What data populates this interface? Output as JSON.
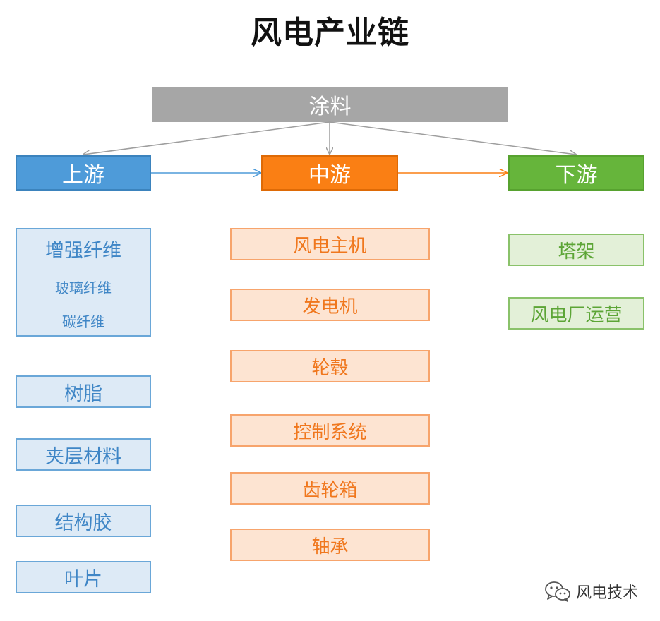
{
  "title": "风电产业链",
  "top_node": {
    "label": "涂料"
  },
  "stages": {
    "upstream": {
      "label": "上游",
      "color": "#4e9bd9"
    },
    "midstream": {
      "label": "中游",
      "color": "#fa7f14"
    },
    "downstream": {
      "label": "下游",
      "color": "#66b53b"
    }
  },
  "upstream_items": {
    "reinforced_fiber": {
      "label": "增强纤维",
      "children": [
        "玻璃纤维",
        "碳纤维"
      ]
    },
    "resin": "树脂",
    "core_material": "夹层材料",
    "adhesive": "结构胶",
    "blade": "叶片"
  },
  "midstream_items": [
    "风电主机",
    "发电机",
    "轮毂",
    "控制系统",
    "齿轮箱",
    "轴承"
  ],
  "downstream_items": [
    "塔架",
    "风电厂运营"
  ],
  "watermark": {
    "text": "风电技术",
    "icon": "wechat-icon"
  },
  "colors": {
    "top_gray": "#a6a6a6",
    "arrow_gray": "#9e9e9e"
  }
}
